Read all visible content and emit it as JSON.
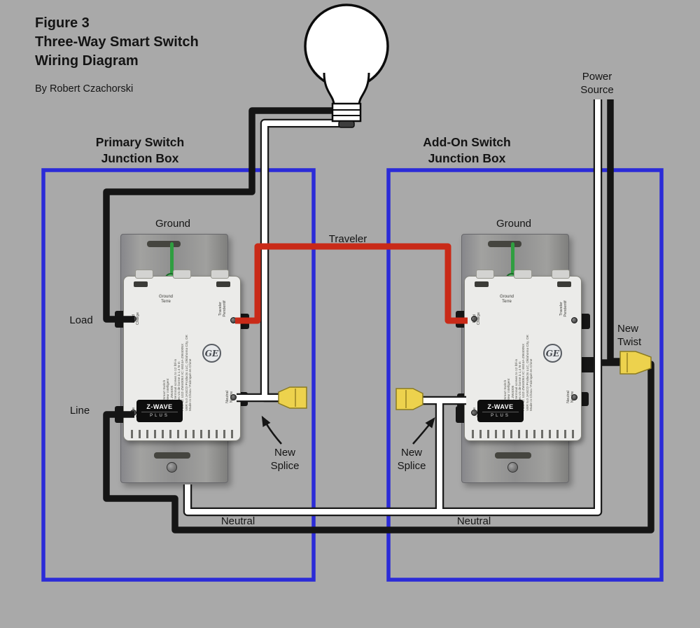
{
  "figure": {
    "title_line1": "Figure 3",
    "title_line2": "Three-Way Smart Switch",
    "title_line3": "Wiring Diagram",
    "byline": "By Robert Czachorski"
  },
  "boxes": {
    "primary_title": "Primary Switch\nJunction Box",
    "addon_title": "Add-On Switch\nJunction Box"
  },
  "labels": {
    "power_source": "Power\nSource",
    "ground": "Ground",
    "load": "Load",
    "line": "Line",
    "traveler": "Traveler",
    "neutral": "Neutral",
    "new_splice": "New\nSplice",
    "new_twist": "New\nTwist"
  },
  "device": {
    "brand": "GE",
    "ground_terminal": "Ground\nTerre",
    "load_terminal": "Load\nCharge",
    "line_terminal": "Line\nSecteur",
    "traveler_terminal": "Traveler\nPendentif",
    "neutral_terminal": "Neutral\nNeutre",
    "fine_print": "In-Wall Smart Switch\nInterrupteur intelligent\nMODEL ZW4005\nTighten terminal screws to 12 lbf-in\nSerrer les vis de borne à 1,4 N·m\nFCC ID: U2Z-ZW4005X  IC: 6924A-ZW4005X\nVER 5.0  JASCO Products LLC, Oklahoma City, OK\nMade in China / Fabriqué en Chine",
    "zwave_badge": "Z-WAVE",
    "zwave_plus": "PLUS"
  },
  "colors": {
    "background": "#a9a9a9",
    "junction_box_blue": "#2b2bd8",
    "wire_black": "#151515",
    "wire_white": "#ffffff",
    "wire_red": "#c92a18",
    "wire_nut_yellow": "#edd24d",
    "ground_green": "#2f9e40"
  }
}
